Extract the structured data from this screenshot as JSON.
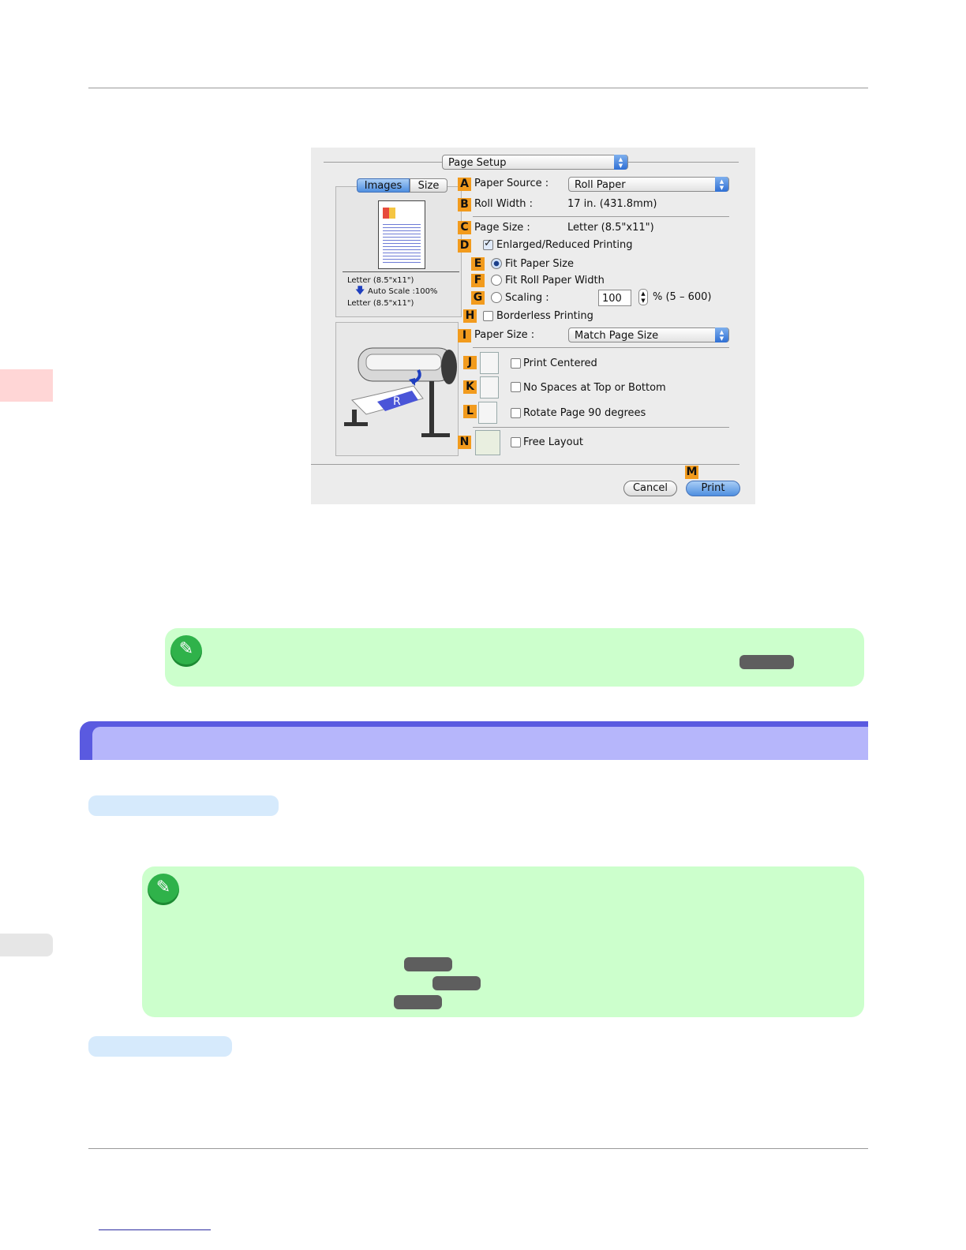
{
  "dialog": {
    "title_popup": "Page Setup",
    "tabs": [
      "Images",
      "Size"
    ],
    "preview": {
      "paper_in": "Letter (8.5\"x11\")",
      "auto_scale": "Auto Scale :100%",
      "paper_out": "Letter (8.5\"x11\")"
    },
    "rows": {
      "A": {
        "badge": "A",
        "label": "Paper Source :",
        "value": "Roll Paper"
      },
      "B": {
        "badge": "B",
        "label": "Roll Width :",
        "value": "17 in. (431.8mm)"
      },
      "C": {
        "badge": "C",
        "label": "Page Size :",
        "value": "Letter (8.5\"x11\")"
      },
      "D": {
        "badge": "D",
        "label": "Enlarged/Reduced Printing",
        "checked": true
      },
      "E": {
        "badge": "E",
        "label": "Fit Paper Size",
        "selected": true
      },
      "F": {
        "badge": "F",
        "label": "Fit Roll Paper Width",
        "selected": false
      },
      "G": {
        "badge": "G",
        "label": "Scaling :",
        "value": "100",
        "range": "% (5 – 600)",
        "selected": false
      },
      "H": {
        "badge": "H",
        "label": "Borderless Printing",
        "checked": false
      },
      "I": {
        "badge": "I",
        "label": "Paper Size :",
        "value": "Match Page Size"
      },
      "J": {
        "badge": "J",
        "label": "Print Centered",
        "checked": false
      },
      "K": {
        "badge": "K",
        "label": "No Spaces at Top or Bottom",
        "checked": false
      },
      "L": {
        "badge": "L",
        "label": "Rotate Page 90 degrees",
        "checked": false
      },
      "N": {
        "badge": "N",
        "label": "Free Layout",
        "checked": false
      }
    },
    "print_badge": "M",
    "cancel_label": "Cancel",
    "print_label": "Print"
  },
  "colors": {
    "badge": "#f29b1d",
    "note_bg": "#ccffcc",
    "heading_bar": "#5a5ae0",
    "heading_inner": "#b6b6fb",
    "subheading_pill": "#d6eafc",
    "side_tab_red": "#ffd6d6",
    "side_tab_gray": "#e6e6e6"
  }
}
